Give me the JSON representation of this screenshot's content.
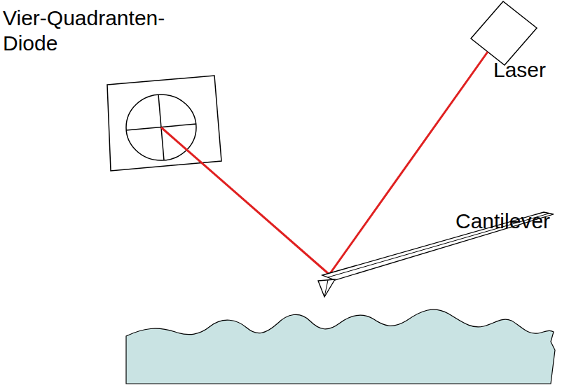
{
  "diagram": {
    "labels": [
      "Vier-Quadranten- Diode",
      "Laser",
      "Cantilever"
    ]
  }
}
